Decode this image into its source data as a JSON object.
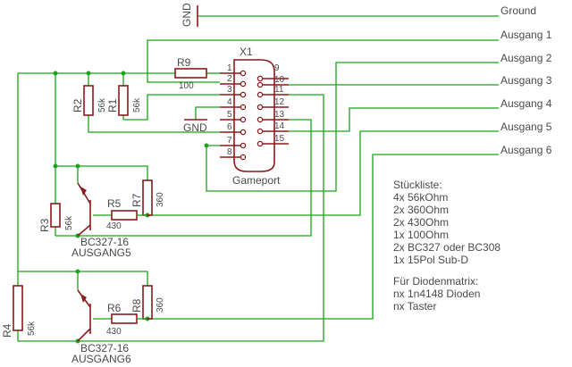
{
  "signals": {
    "ground": "Ground",
    "out1": "Ausgang 1",
    "out2": "Ausgang 2",
    "out3": "Ausgang 3",
    "out4": "Ausgang 4",
    "out5": "Ausgang 5",
    "out6": "Ausgang 6"
  },
  "gnd_labels": {
    "top": "GND",
    "mid": "GND"
  },
  "connector": {
    "ref": "X1",
    "name": "Gameport",
    "pins_left": [
      "1",
      "2",
      "3",
      "4",
      "5",
      "6",
      "7",
      "8"
    ],
    "pins_right": [
      "9",
      "10",
      "11",
      "12",
      "13",
      "14",
      "15"
    ]
  },
  "parts": {
    "r9": {
      "ref": "R9",
      "value": "100"
    },
    "r1": {
      "ref": "R1",
      "value": "56k"
    },
    "r2": {
      "ref": "R2",
      "value": "56k"
    },
    "r3": {
      "ref": "R3",
      "value": "56k"
    },
    "r4": {
      "ref": "R4",
      "value": "56k"
    },
    "r5": {
      "ref": "R5",
      "value": "430"
    },
    "r6": {
      "ref": "R6",
      "value": "430"
    },
    "r7": {
      "ref": "R7",
      "value": "360"
    },
    "r8": {
      "ref": "R8",
      "value": "360"
    },
    "q5": {
      "type": "BC327-16",
      "name": "AUSGANG5"
    },
    "q6": {
      "type": "BC327-16",
      "name": "AUSGANG6"
    }
  },
  "bom": {
    "title": "Stückliste:",
    "lines": [
      "4x 56kOhm",
      "2x 360Ohm",
      "2x 430Ohm",
      "1x 100Ohm",
      "2x BC327 oder BC308",
      "1x 15Pol Sub-D"
    ],
    "matrix_title": "Für Diodenmatrix:",
    "matrix_lines": [
      "nx 1n4148 Dioden",
      "nx Taster"
    ]
  }
}
